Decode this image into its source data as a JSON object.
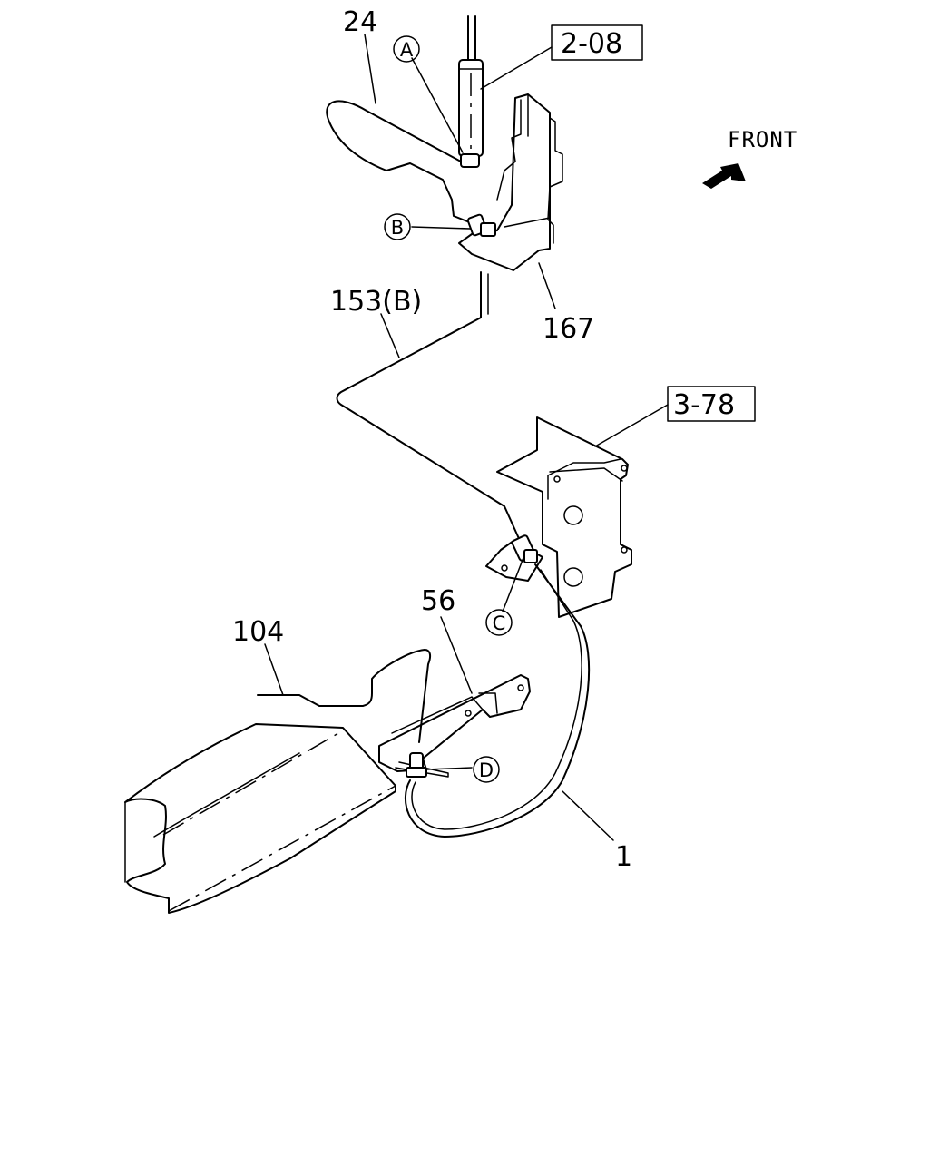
{
  "direction": {
    "label": "FRONT"
  },
  "part_labels": {
    "p24": "24",
    "p153b": "153(B)",
    "p167": "167",
    "p56": "56",
    "p104": "104",
    "p1": "1"
  },
  "reference_boxes": {
    "r208": "2-08",
    "r378": "3-78"
  },
  "detail_markers": {
    "a": "A",
    "b": "B",
    "c": "C",
    "d": "D"
  }
}
